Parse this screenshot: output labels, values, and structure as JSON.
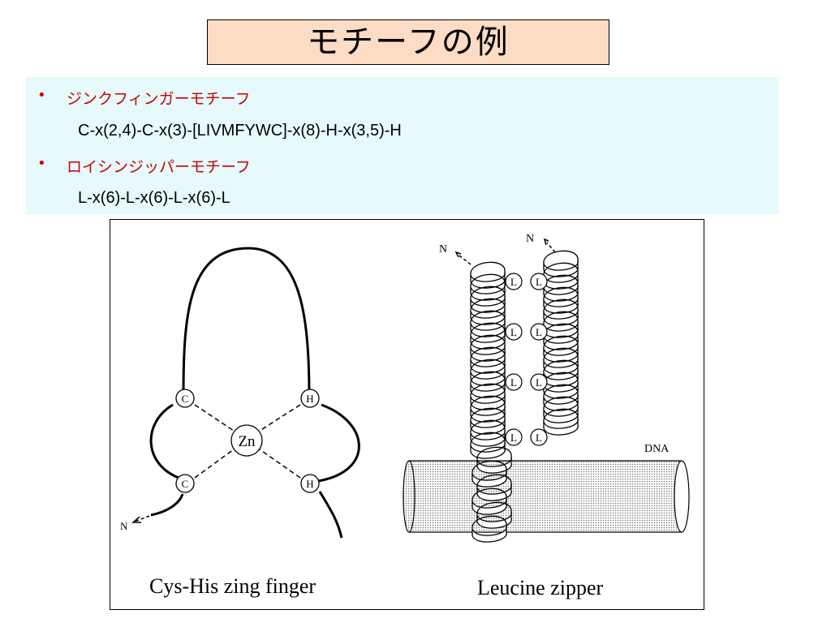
{
  "title": "モチーフの例",
  "motifs": [
    {
      "bullet": "•",
      "name": "ジンクフィンガーモチーフ",
      "pattern": "C-x(2,4)-C-x(3)-[LIVMFYWC]-x(8)-H-x(3,5)-H"
    },
    {
      "bullet": "•",
      "name": "ロイシンジッパーモチーフ",
      "pattern": "L-x(6)-L-x(6)-L-x(6)-L"
    }
  ],
  "zinc_finger": {
    "caption": "Cys-His zing finger",
    "cys_label": "C",
    "his_label": "H",
    "zn_label": "Zn",
    "n_label": "N"
  },
  "leucine_zipper": {
    "caption": "Leucine zipper",
    "leu_label": "L",
    "n_label": "N",
    "dna_label": "DNA"
  },
  "colors": {
    "title_bg": "#fcdcc4",
    "panel_bg": "#e6fafc",
    "motif_name": "#cc0000"
  }
}
